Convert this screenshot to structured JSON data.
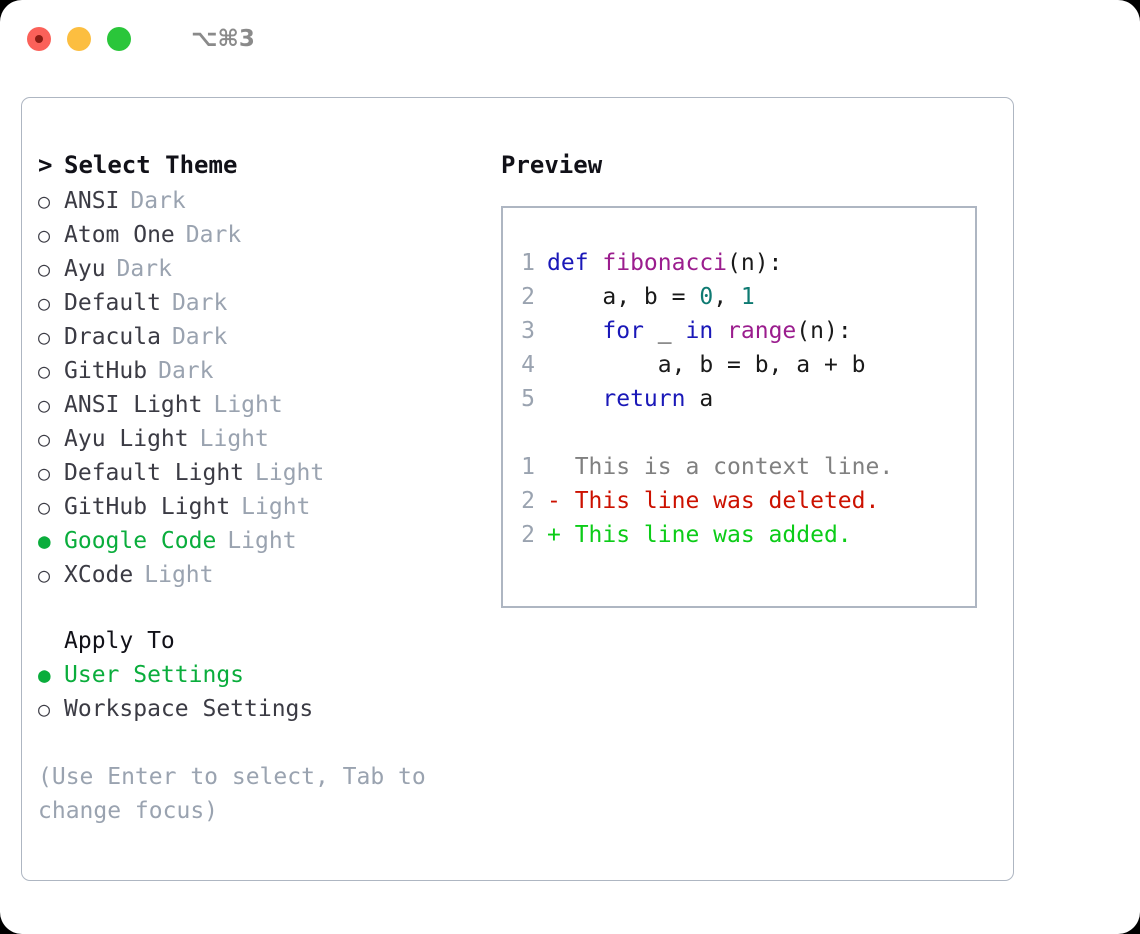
{
  "titlebar": {
    "shortcut": "⌥⌘3",
    "buttons": [
      "close",
      "minimize",
      "maximize"
    ]
  },
  "theme_panel": {
    "header": "Select Theme",
    "header_marker": ">",
    "marker_unselected": "○",
    "marker_selected": "●",
    "items": [
      {
        "name": "ANSI",
        "category": "Dark",
        "selected": false
      },
      {
        "name": "Atom One",
        "category": "Dark",
        "selected": false
      },
      {
        "name": "Ayu",
        "category": "Dark",
        "selected": false
      },
      {
        "name": "Default",
        "category": "Dark",
        "selected": false
      },
      {
        "name": "Dracula",
        "category": "Dark",
        "selected": false
      },
      {
        "name": "GitHub",
        "category": "Dark",
        "selected": false
      },
      {
        "name": "ANSI Light",
        "category": "Light",
        "selected": false
      },
      {
        "name": "Ayu Light",
        "category": "Light",
        "selected": false
      },
      {
        "name": "Default Light",
        "category": "Light",
        "selected": false
      },
      {
        "name": "GitHub Light",
        "category": "Light",
        "selected": false
      },
      {
        "name": "Google Code",
        "category": "Light",
        "selected": true
      },
      {
        "name": "XCode",
        "category": "Light",
        "selected": false
      }
    ]
  },
  "apply_to": {
    "label": "Apply To",
    "options": [
      {
        "name": "User Settings",
        "selected": true
      },
      {
        "name": "Workspace Settings",
        "selected": false
      }
    ]
  },
  "hint": "(Use Enter to select, Tab to change focus)",
  "preview": {
    "title": "Preview",
    "code_lines": [
      {
        "number": "1",
        "tokens": [
          {
            "text": "def ",
            "type": "keyword"
          },
          {
            "text": "fibonacci",
            "type": "function"
          },
          {
            "text": "(n):",
            "type": "plain"
          }
        ]
      },
      {
        "number": "2",
        "tokens": [
          {
            "text": "    a, b = ",
            "type": "plain"
          },
          {
            "text": "0",
            "type": "number"
          },
          {
            "text": ", ",
            "type": "plain"
          },
          {
            "text": "1",
            "type": "number"
          }
        ]
      },
      {
        "number": "3",
        "tokens": [
          {
            "text": "    ",
            "type": "plain"
          },
          {
            "text": "for",
            "type": "keyword"
          },
          {
            "text": " _ ",
            "type": "plain"
          },
          {
            "text": "in",
            "type": "keyword"
          },
          {
            "text": " ",
            "type": "plain"
          },
          {
            "text": "range",
            "type": "function"
          },
          {
            "text": "(n):",
            "type": "plain"
          }
        ]
      },
      {
        "number": "4",
        "tokens": [
          {
            "text": "        a, b = b, a + b",
            "type": "plain"
          }
        ]
      },
      {
        "number": "5",
        "tokens": [
          {
            "text": "    ",
            "type": "plain"
          },
          {
            "text": "return",
            "type": "keyword"
          },
          {
            "text": " a",
            "type": "plain"
          }
        ]
      }
    ],
    "diff_lines": [
      {
        "number": "1",
        "prefix": "  ",
        "text": "This is a context line.",
        "type": "context"
      },
      {
        "number": "2",
        "prefix": "- ",
        "text": "This line was deleted.",
        "type": "deleted"
      },
      {
        "number": "2",
        "prefix": "+ ",
        "text": "This line was added.",
        "type": "added"
      }
    ]
  },
  "colors": {
    "accent_green": "#0aad3c",
    "muted_gray": "#9aa3b0",
    "text_dark": "#3b3b44",
    "border": "#aeb6c2",
    "keyword": "#1a18b8",
    "function": "#9b1d8e",
    "number": "#0e7a72",
    "diff_deleted": "#cc1100",
    "diff_added": "#0ccc18",
    "diff_context": "#808080"
  }
}
